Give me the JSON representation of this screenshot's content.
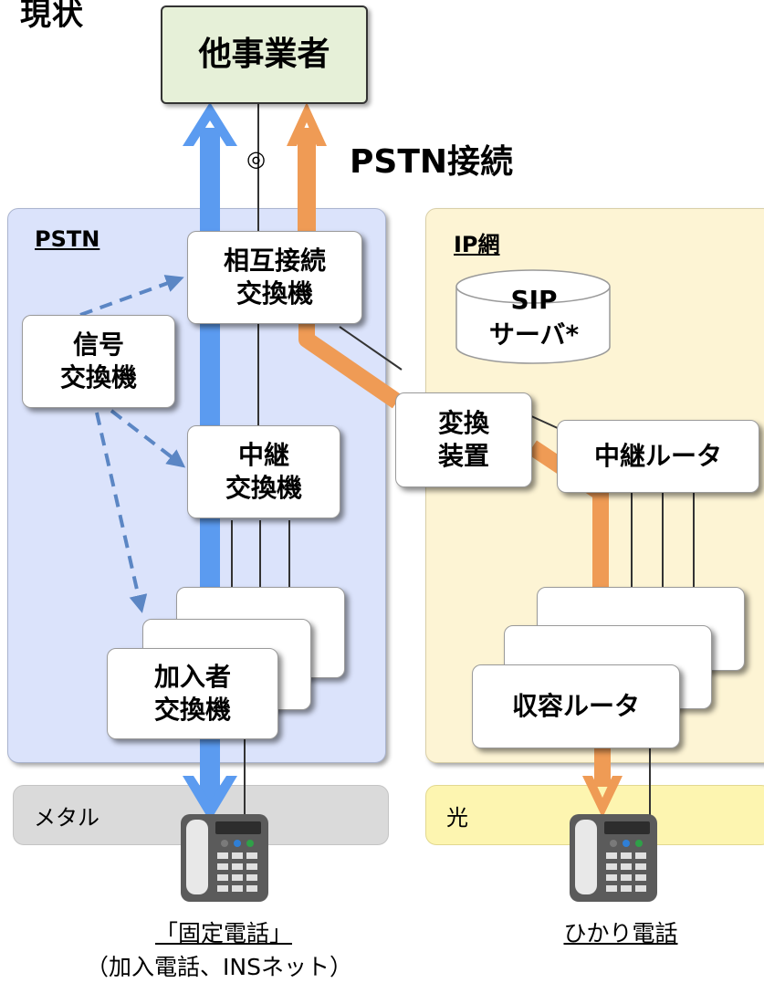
{
  "page_title": "現状",
  "top_node": "他事業者",
  "connection_mark": "◎",
  "connection_label": "PSTN接続",
  "pstn": {
    "label": "PSTN",
    "interconnect_switch": [
      "相互接続",
      "交換機"
    ],
    "signal_switch": [
      "信号",
      "交換機"
    ],
    "relay_switch": [
      "中継",
      "交換機"
    ],
    "subscriber_switch": [
      "加入者",
      "交換機"
    ]
  },
  "ip": {
    "label": "IP網",
    "sip_server": [
      "SIP",
      "サーバ*"
    ],
    "converter": [
      "変換",
      "装置"
    ],
    "relay_router": "中継ルータ",
    "access_router": "収容ルータ"
  },
  "access": {
    "metal": "メタル",
    "light": "光"
  },
  "captions": {
    "fixed_phone": "「固定電話」",
    "fixed_phone_sub": "（加入電話、INSネット）",
    "hikari_phone": "ひかり電話"
  },
  "colors": {
    "blue_path": "#5b9bf0",
    "orange_path": "#ef9b55",
    "dashed_signal": "#5b86c4",
    "pstn_bg": "#dbe3fb",
    "ip_bg": "#fdf4d4",
    "top_box_bg": "#e6f0d8"
  },
  "icons": [
    "telephone-icon",
    "database-cylinder-icon"
  ]
}
